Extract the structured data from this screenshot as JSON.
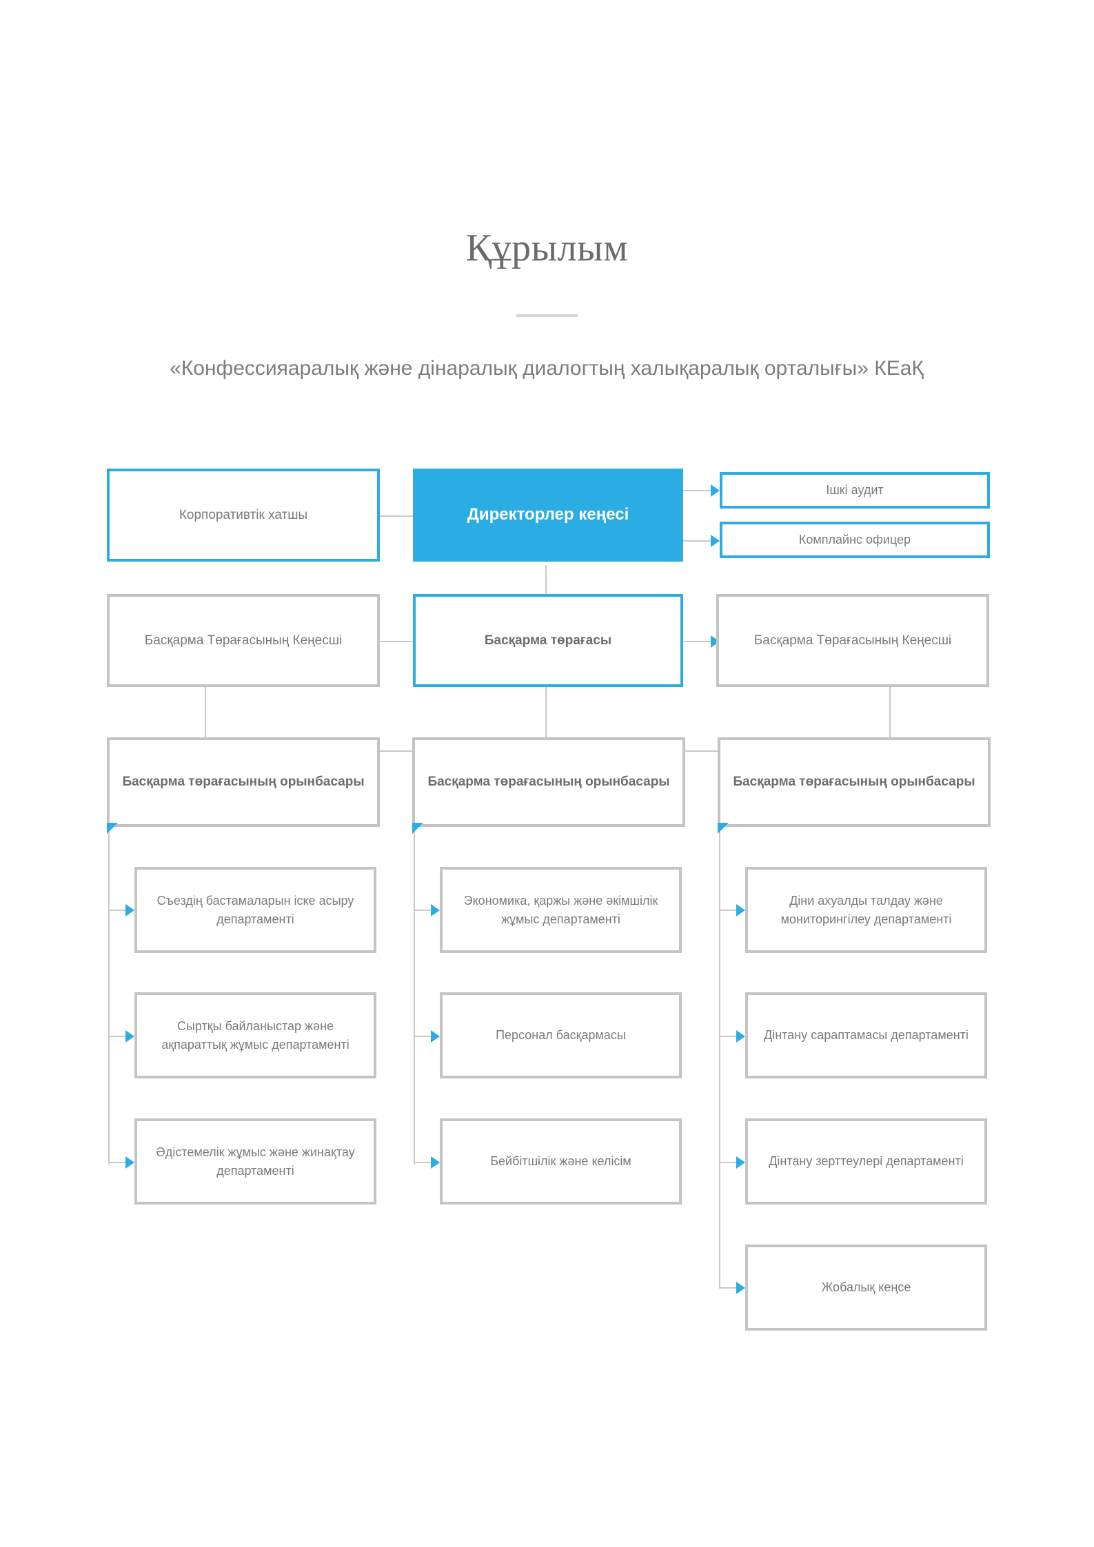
{
  "header": {
    "title": "Құрылым",
    "subtitle": "«Конфессияаралық және дінаралық диалогтың халықаралық орталығы» КЕаҚ"
  },
  "colors": {
    "accent_blue": "#2bade3",
    "box_gray": "#c4c4c4",
    "line_gray": "#c9c9c9",
    "text_gray": "#7b7b7b",
    "title_gray": "#6b6b6b"
  },
  "chart_data": {
    "type": "org-chart",
    "title": "Құрылым",
    "subtitle": "«Конфессияаралық және дінаралық диалогтың халықаралық орталығы» КЕаҚ",
    "nodes": [
      {
        "id": "corporate-secretary",
        "label": "Корпоративтік хатшы",
        "level": 1,
        "style": "blue-outline"
      },
      {
        "id": "board-of-directors",
        "label": "Директорлер кеңесі",
        "level": 1,
        "style": "blue-solid"
      },
      {
        "id": "internal-audit",
        "label": "Ішкі аудит",
        "level": 1,
        "style": "blue-outline"
      },
      {
        "id": "compliance-officer",
        "label": "Комплайнс офицер",
        "level": 1,
        "style": "blue-outline"
      },
      {
        "id": "board-chair-advisor-left",
        "label": "Басқарма Төрағасының Кеңесші",
        "level": 2,
        "style": "gray"
      },
      {
        "id": "board-chair",
        "label": "Басқарма төрағасы",
        "level": 2,
        "style": "blue-outline"
      },
      {
        "id": "board-chair-advisor-right",
        "label": "Басқарма Төрағасының Кеңесші",
        "level": 2,
        "style": "gray"
      },
      {
        "id": "deputy-1",
        "label": "Басқарма төрағасының орынбасары",
        "level": 3,
        "style": "gray"
      },
      {
        "id": "deputy-2",
        "label": "Басқарма төрағасының орынбасары",
        "level": 3,
        "style": "gray"
      },
      {
        "id": "deputy-3",
        "label": "Басқарма төрағасының орынбасары",
        "level": 3,
        "style": "gray"
      },
      {
        "id": "dept-1-1",
        "label": "Съездің бастамаларын іске асыру департаменті",
        "level": 4,
        "parent": "deputy-1",
        "style": "gray"
      },
      {
        "id": "dept-1-2",
        "label": "Сыртқы байланыстар және ақпараттық жұмыс департаменті",
        "level": 4,
        "parent": "deputy-1",
        "style": "gray"
      },
      {
        "id": "dept-1-3",
        "label": "Әдістемелік жұмыс және жинақтау департаменті",
        "level": 4,
        "parent": "deputy-1",
        "style": "gray"
      },
      {
        "id": "dept-2-1",
        "label": "Экономика, қаржы және әкімшілік жұмыс департаменті",
        "level": 4,
        "parent": "deputy-2",
        "style": "gray"
      },
      {
        "id": "dept-2-2",
        "label": "Персонал басқармасы",
        "level": 4,
        "parent": "deputy-2",
        "style": "gray"
      },
      {
        "id": "dept-2-3",
        "label": "Бейбітшілік және келісім",
        "level": 4,
        "parent": "deputy-2",
        "style": "gray"
      },
      {
        "id": "dept-3-1",
        "label": "Діни ахуалды талдау және мониторингілеу департаменті",
        "level": 4,
        "parent": "deputy-3",
        "style": "gray"
      },
      {
        "id": "dept-3-2",
        "label": "Дінтану сараптамасы департаменті",
        "level": 4,
        "parent": "deputy-3",
        "style": "gray"
      },
      {
        "id": "dept-3-3",
        "label": "Дінтану зерттеулері департаменті",
        "level": 4,
        "parent": "deputy-3",
        "style": "gray"
      },
      {
        "id": "dept-3-4",
        "label": "Жобалық кеңсе",
        "level": 4,
        "parent": "deputy-3",
        "style": "gray"
      }
    ],
    "edges": [
      {
        "from": "board-of-directors",
        "to": "corporate-secretary",
        "direction": "left"
      },
      {
        "from": "board-of-directors",
        "to": "internal-audit",
        "direction": "right"
      },
      {
        "from": "board-of-directors",
        "to": "compliance-officer",
        "direction": "right"
      },
      {
        "from": "board-of-directors",
        "to": "board-chair",
        "direction": "down"
      },
      {
        "from": "board-chair",
        "to": "board-chair-advisor-left",
        "direction": "left"
      },
      {
        "from": "board-chair",
        "to": "board-chair-advisor-right",
        "direction": "right"
      },
      {
        "from": "board-chair",
        "to": "deputy-1",
        "direction": "down"
      },
      {
        "from": "board-chair",
        "to": "deputy-2",
        "direction": "down"
      },
      {
        "from": "board-chair",
        "to": "deputy-3",
        "direction": "down"
      },
      {
        "from": "board-chair-advisor-left",
        "to": "deputy-1",
        "direction": "down"
      },
      {
        "from": "board-chair-advisor-right",
        "to": "deputy-3",
        "direction": "down"
      },
      {
        "from": "deputy-1",
        "to": "dept-1-1",
        "direction": "right"
      },
      {
        "from": "deputy-1",
        "to": "dept-1-2",
        "direction": "right"
      },
      {
        "from": "deputy-1",
        "to": "dept-1-3",
        "direction": "right"
      },
      {
        "from": "deputy-2",
        "to": "dept-2-1",
        "direction": "right"
      },
      {
        "from": "deputy-2",
        "to": "dept-2-2",
        "direction": "right"
      },
      {
        "from": "deputy-2",
        "to": "dept-2-3",
        "direction": "right"
      },
      {
        "from": "deputy-3",
        "to": "dept-3-1",
        "direction": "right"
      },
      {
        "from": "deputy-3",
        "to": "dept-3-2",
        "direction": "right"
      },
      {
        "from": "deputy-3",
        "to": "dept-3-3",
        "direction": "right"
      },
      {
        "from": "deputy-3",
        "to": "dept-3-4",
        "direction": "right"
      }
    ]
  }
}
